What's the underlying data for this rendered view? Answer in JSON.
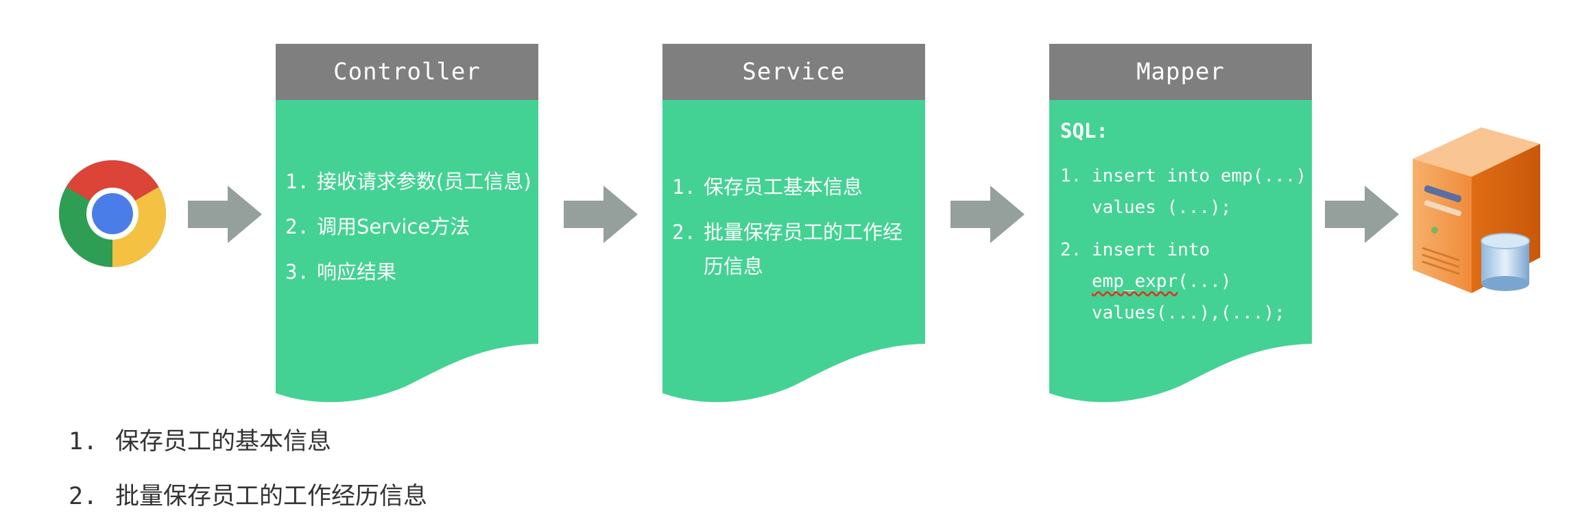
{
  "colors": {
    "panel_header": "#7f7f7f",
    "panel_body": "#43d293",
    "arrow": "#95a09c",
    "text_dark": "#333333"
  },
  "client": {
    "icon": "chrome-browser-icon"
  },
  "server": {
    "icon": "database-server-icon"
  },
  "controller": {
    "title": "Controller",
    "steps": [
      {
        "num": "1.",
        "text": "接收请求参数(员工信息)"
      },
      {
        "num": "2.",
        "text": "调用Service方法"
      },
      {
        "num": "3.",
        "text": "响应结果"
      }
    ]
  },
  "service": {
    "title": "Service",
    "steps": [
      {
        "num": "1.",
        "lines": [
          "保存员工基本信息"
        ]
      },
      {
        "num": "2.",
        "lines": [
          "批量保存员工的工作经",
          "历信息"
        ]
      }
    ]
  },
  "mapper": {
    "title": "Mapper",
    "sql_label": "SQL:",
    "steps": [
      {
        "num": "1.",
        "lines": [
          "insert into emp(...)",
          "values (...);"
        ]
      },
      {
        "num": "2.",
        "lines": [
          "insert into",
          "emp_expr",
          "(...)",
          "values(...),(...);"
        ]
      }
    ]
  },
  "notes": [
    {
      "num": "1.",
      "text": "保存员工的基本信息"
    },
    {
      "num": "2.",
      "text": "批量保存员工的工作经历信息"
    }
  ]
}
